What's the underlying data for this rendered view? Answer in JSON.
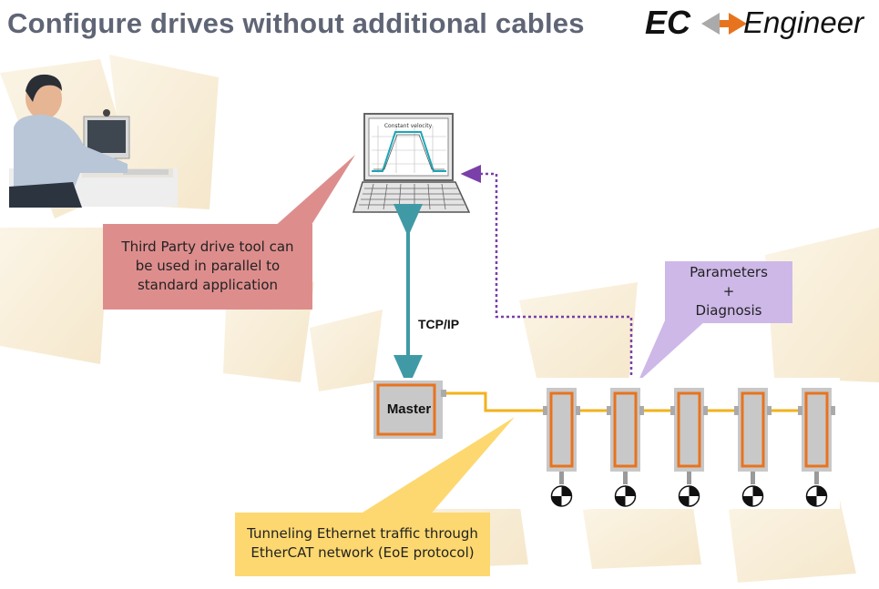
{
  "slide": {
    "title": "Configure drives without additional cables"
  },
  "logo": {
    "left": "EC",
    "right": "Engineer"
  },
  "laptop_screen": {
    "caption": "Constant velocity"
  },
  "labels": {
    "tcpip": "TCP/IP",
    "master": "Master"
  },
  "callouts": {
    "drive_tool": [
      "Third Party drive tool can",
      "be used in parallel to",
      "standard application"
    ],
    "parameters": [
      "Parameters",
      "+",
      "Diagnosis"
    ],
    "tunneling": [
      "Tunneling Ethernet traffic through",
      "EtherCAT network (EoE protocol)"
    ]
  },
  "colors": {
    "title": "#5f6575",
    "beige_panel": "#f6ead0",
    "pink_callout": "#de8d8d",
    "purple_callout": "#cdb8e8",
    "yellow_callout": "#fdd870",
    "teal_cable": "#3f9aa6",
    "purple_dotted": "#7a3fa8",
    "ethercat_line": "#f2b21b",
    "device_border": "#e8731f",
    "device_fill": "#c8c8c8",
    "logo_arrow": "#e8731f"
  },
  "slaves": {
    "count": 5,
    "icon": "servo-motor-icon"
  }
}
